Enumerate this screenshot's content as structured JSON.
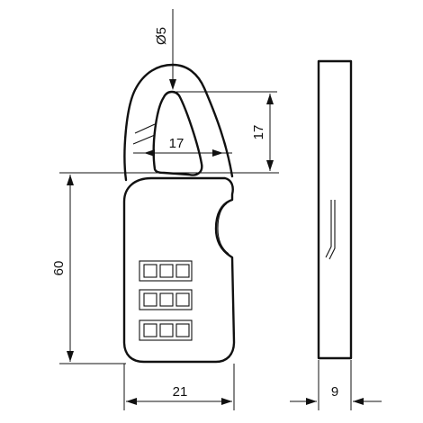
{
  "dimensions": {
    "pin_diameter": "Ø5",
    "shackle_inner_width": "17",
    "shackle_inner_height": "17",
    "body_height": "60",
    "body_width": "21",
    "thickness": "9"
  },
  "colors": {
    "line": "#111111",
    "background": "#ffffff"
  }
}
